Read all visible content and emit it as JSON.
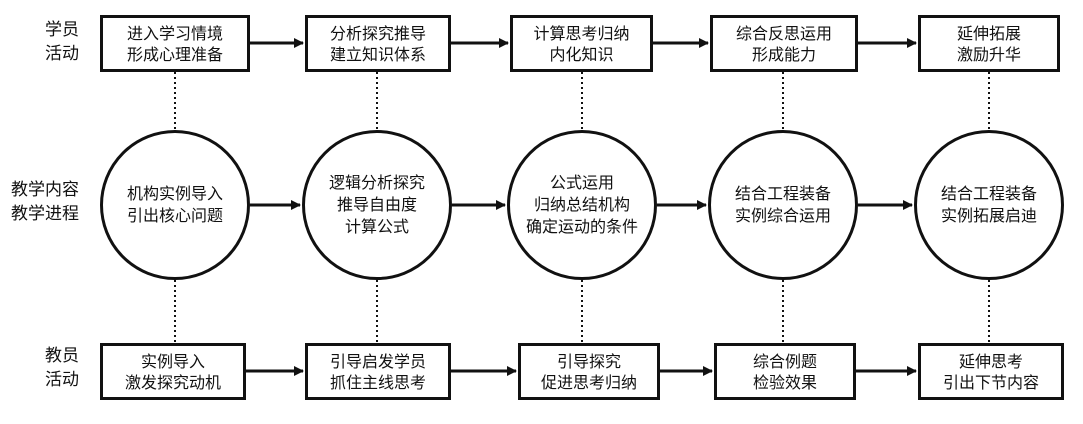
{
  "rows": {
    "student_label": "学员\n活动",
    "content_label": "教学内容\n教学进程",
    "teacher_label": "教员\n活动"
  },
  "student_activities": [
    "进入学习情境\n形成心理准备",
    "分析探究推导\n建立知识体系",
    "计算思考归纳\n内化知识",
    "综合反思运用\n形成能力",
    "延伸拓展\n激励升华"
  ],
  "teaching_stages": [
    "机构实例导入\n引出核心问题",
    "逻辑分析探究\n推导自由度\n计算公式",
    "公式运用\n归纳总结机构\n确定运动的条件",
    "结合工程装备\n实例综合运用",
    "结合工程装备\n实例拓展启迪"
  ],
  "teacher_activities": [
    "实例导入\n激发探究动机",
    "引导启发学员\n抓住主线思考",
    "引导探究\n促进思考归纳",
    "综合例题\n检验效果",
    "延伸思考\n引出下节内容"
  ]
}
